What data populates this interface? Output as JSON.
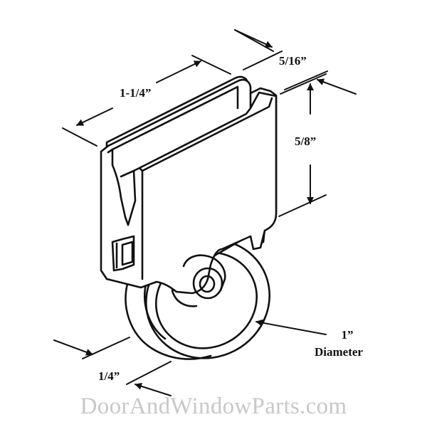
{
  "dimensions": {
    "width": "1-1/4”",
    "depth": "5/16”",
    "height": "5/8”",
    "flange": "1/4”",
    "wheel_diameter_value": "1”",
    "wheel_diameter_word": "Diameter"
  },
  "watermark": "DoorAndWindowParts.com",
  "colors": {
    "line": "#111111",
    "background": "#ffffff",
    "watermark": "#c8c8c8"
  }
}
